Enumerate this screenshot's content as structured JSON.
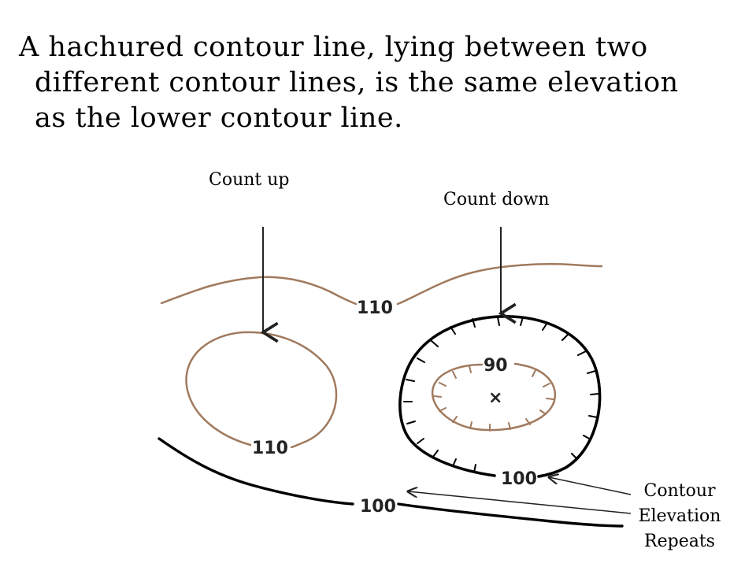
{
  "slide": {
    "title_lines": [
      "A hachured contour line, lying between two",
      "different contour lines, is the same elevation",
      "as the lower contour line."
    ]
  },
  "annotations": {
    "count_up": "Count up",
    "count_down": "Count down",
    "repeat_lines": [
      "Contour",
      "Elevation",
      "Repeats"
    ]
  },
  "contour_labels": {
    "top_line": "110",
    "left_loop": "110",
    "hachured_loop": "100",
    "inner_loop": "90",
    "bottom_line": "100",
    "summit_mark": "×"
  },
  "colors": {
    "contour_brown": "#a07a5e",
    "hachure_black": "#000000",
    "arrow": "#222222"
  }
}
